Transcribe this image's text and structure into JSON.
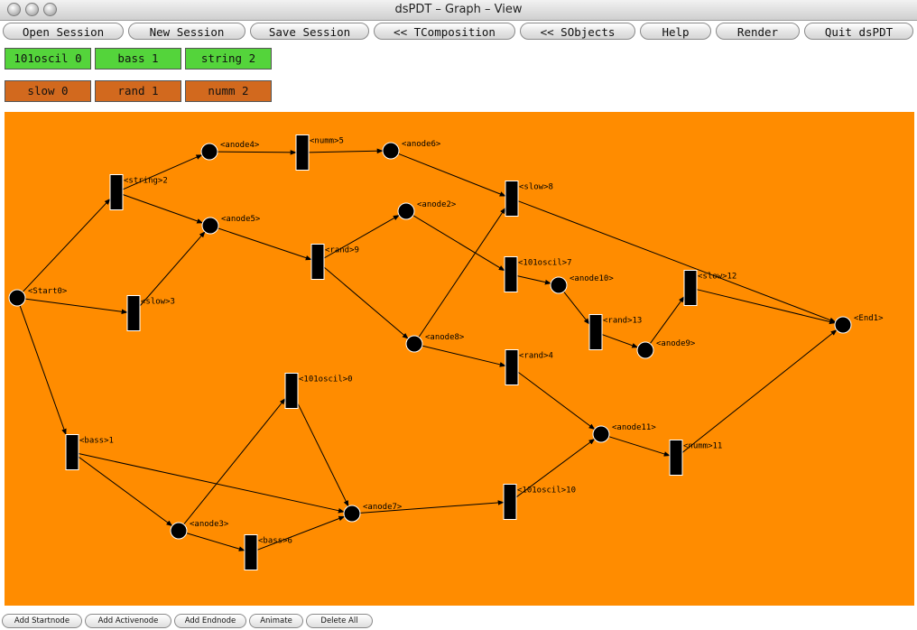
{
  "window": {
    "title": "dsPDT – Graph – View"
  },
  "toolbar": {
    "open_session": "Open Session",
    "new_session": "New Session",
    "save_session": "Save Session",
    "tcomposition": "<< TComposition",
    "sobjects": "<< SObjects",
    "help": "Help",
    "render": "Render",
    "quit": "Quit dsPDT"
  },
  "sound_objects": [
    "101oscil 0",
    "bass 1",
    "string 2"
  ],
  "transforms": [
    "slow 0",
    "rand 1",
    "numm 2"
  ],
  "colors": {
    "canvas": "#ff8c00",
    "sound_chip": "#54d43b",
    "transform_chip": "#d2691e"
  },
  "graph": {
    "places": [
      {
        "id": "start0",
        "label": "<Start0>"
      },
      {
        "id": "anode4",
        "label": "<anode4>"
      },
      {
        "id": "anode6",
        "label": "<anode6>"
      },
      {
        "id": "anode5",
        "label": "<anode5>"
      },
      {
        "id": "anode2",
        "label": "<anode2>"
      },
      {
        "id": "anode10",
        "label": "<anode10>"
      },
      {
        "id": "anode8",
        "label": "<anode8>"
      },
      {
        "id": "anode9",
        "label": "<anode9>"
      },
      {
        "id": "end1",
        "label": "<End1>"
      },
      {
        "id": "anode11",
        "label": "<anode11>"
      },
      {
        "id": "anode3",
        "label": "<anode3>"
      },
      {
        "id": "anode7",
        "label": "<anode7>"
      }
    ],
    "transitions": [
      {
        "id": "string2",
        "label": "<string>2"
      },
      {
        "id": "numm5",
        "label": "<numm>5"
      },
      {
        "id": "slow3",
        "label": "<slow>3"
      },
      {
        "id": "rand9",
        "label": "<rand>9"
      },
      {
        "id": "slow8",
        "label": "<slow>8"
      },
      {
        "id": "oscil7",
        "label": "<101oscil>7"
      },
      {
        "id": "rand13",
        "label": "<rand>13"
      },
      {
        "id": "slow12",
        "label": "<slow>12"
      },
      {
        "id": "rand4",
        "label": "<rand>4"
      },
      {
        "id": "oscil0",
        "label": "<101oscil>0"
      },
      {
        "id": "bass1",
        "label": "<bass>1"
      },
      {
        "id": "numm11",
        "label": "<numm>11"
      },
      {
        "id": "oscil10",
        "label": "<101oscil>10"
      },
      {
        "id": "bass6",
        "label": "<bass>6"
      }
    ],
    "arcs": [
      [
        "start0",
        "string2"
      ],
      [
        "start0",
        "slow3"
      ],
      [
        "start0",
        "bass1"
      ],
      [
        "string2",
        "anode4"
      ],
      [
        "string2",
        "anode5"
      ],
      [
        "anode4",
        "numm5"
      ],
      [
        "numm5",
        "anode6"
      ],
      [
        "anode6",
        "slow8"
      ],
      [
        "slow3",
        "anode5"
      ],
      [
        "anode5",
        "rand9"
      ],
      [
        "rand9",
        "anode2"
      ],
      [
        "rand9",
        "anode8"
      ],
      [
        "anode2",
        "oscil7"
      ],
      [
        "oscil7",
        "anode10"
      ],
      [
        "anode10",
        "rand13"
      ],
      [
        "rand13",
        "anode9"
      ],
      [
        "anode9",
        "slow12"
      ],
      [
        "slow12",
        "end1"
      ],
      [
        "slow8",
        "end1"
      ],
      [
        "anode8",
        "slow8"
      ],
      [
        "anode8",
        "rand4"
      ],
      [
        "rand4",
        "anode11"
      ],
      [
        "anode11",
        "numm11"
      ],
      [
        "numm11",
        "end1"
      ],
      [
        "bass1",
        "anode3"
      ],
      [
        "bass1",
        "anode7"
      ],
      [
        "anode3",
        "oscil0"
      ],
      [
        "anode3",
        "bass6"
      ],
      [
        "oscil0",
        "anode7"
      ],
      [
        "bass6",
        "anode7"
      ],
      [
        "anode7",
        "oscil10"
      ],
      [
        "oscil10",
        "anode11"
      ]
    ]
  },
  "bottom_buttons": [
    "Add Startnode",
    "Add Activenode",
    "Add Endnode",
    "Animate",
    "Delete All"
  ]
}
